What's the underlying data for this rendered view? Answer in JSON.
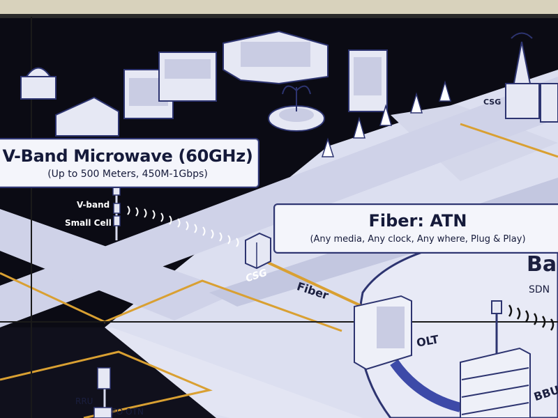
{
  "callouts": {
    "vband": {
      "title": "V-Band Microwave (60GHz)",
      "subtitle": "(Up to 500 Meters, 450M-1Gbps)"
    },
    "fiber": {
      "title": "Fiber: ATN",
      "subtitle": "(Any media, Any clock, Any where, Plug & Play)"
    }
  },
  "labels": {
    "v_band": "V-band",
    "small_cell": "Small Cell",
    "csg_left": "CSG",
    "csg_right": "CSG",
    "fiber": "Fiber",
    "olt": "OLT",
    "ba": "Ba",
    "sdn": "SDN",
    "bbu": "BBU",
    "rru": "RRU",
    "fo_otn": "FO OTN"
  },
  "colors": {
    "background": "#0b0b14",
    "road": "#d9dcef",
    "fiber_line": "#d9a032",
    "outline": "#2d3470",
    "callout_fill": "#f4f5fb"
  },
  "icons": [
    "building-icon",
    "dome-icon",
    "fountain-icon",
    "tree-icon",
    "eiffel-tower-icon",
    "antenna-icon",
    "cabinet-icon",
    "server-rack-icon",
    "olt-icon"
  ]
}
